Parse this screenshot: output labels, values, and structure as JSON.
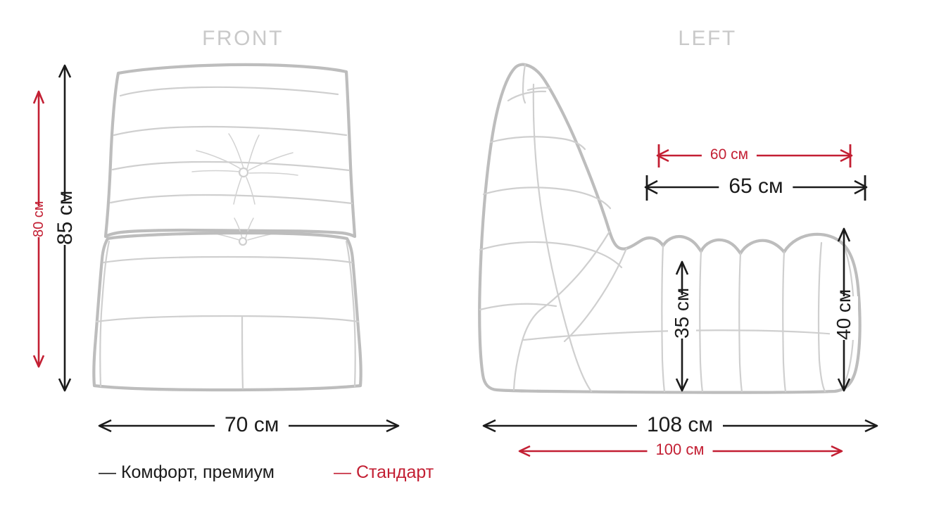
{
  "views": {
    "front": {
      "title": "FRONT"
    },
    "left": {
      "title": "LEFT"
    }
  },
  "colors": {
    "standard": "#c31f33",
    "comfort": "#1b1b1b",
    "drawing": "#bdbdbd",
    "title": "#c9c9c9",
    "background": "#ffffff"
  },
  "dimensions": {
    "front_height_standard": {
      "value": "80 см",
      "series": "Стандарт",
      "orientation": "vertical"
    },
    "front_height_comfort": {
      "value": "85 см",
      "series": "Комфорт, премиум",
      "orientation": "vertical"
    },
    "front_width_comfort": {
      "value": "70 см",
      "series": "Комфорт, премиум",
      "orientation": "horizontal"
    },
    "seat_depth_standard": {
      "value": "60 см",
      "series": "Стандарт",
      "orientation": "horizontal"
    },
    "seat_depth_comfort": {
      "value": "65 см",
      "series": "Комфорт, премиум",
      "orientation": "horizontal"
    },
    "seat_height_front": {
      "value": "35 см",
      "series": "Комфорт, премиум",
      "orientation": "vertical"
    },
    "seat_height_back": {
      "value": "40 см",
      "series": "Комфорт, премиум",
      "orientation": "vertical"
    },
    "side_length_comfort": {
      "value": "108 см",
      "series": "Комфорт, премиум",
      "orientation": "horizontal"
    },
    "side_length_standard": {
      "value": "100 см",
      "series": "Стандарт",
      "orientation": "horizontal"
    }
  },
  "legend": {
    "comfort": "— Комфорт, премиум",
    "standard": "— Стандарт"
  }
}
